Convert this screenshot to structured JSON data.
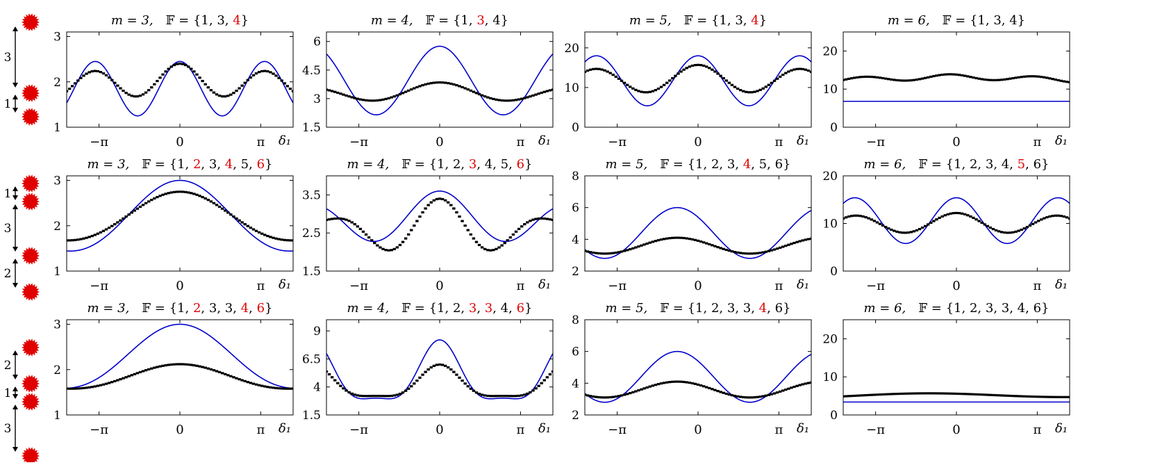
{
  "colors": {
    "theory": "#0000cc",
    "sim": "#000000",
    "star": "#e00000",
    "highlight": "#e00000",
    "frame": "#000000"
  },
  "legend_rows": [
    {
      "spacing_labels": [
        "3",
        "1"
      ]
    },
    {
      "spacing_labels": [
        "1",
        "3",
        "2"
      ]
    },
    {
      "spacing_labels": [
        "2",
        "1",
        "3"
      ]
    }
  ],
  "chart_data": [
    {
      "type": "line",
      "row": 0,
      "col": 0,
      "title": {
        "m_text": "m = 3,",
        "F_prefix": "𝔽 = {",
        "F_suffix": "}",
        "F_items": [
          {
            "v": "1",
            "hl": false
          },
          {
            "v": "3",
            "hl": false
          },
          {
            "v": "4",
            "hl": true
          }
        ]
      },
      "xlabel": "δ₁",
      "xlim": [
        -4.4,
        4.4
      ],
      "xticks": [
        {
          "v": -3.1416,
          "label": "−π"
        },
        {
          "v": 0,
          "label": "0"
        },
        {
          "v": 3.1416,
          "label": "π"
        }
      ],
      "ylim": [
        1,
        3.1
      ],
      "yticks": [
        1,
        2,
        3
      ],
      "series": [
        {
          "kind": "line",
          "mean": 1.85,
          "components": [
            {
              "a": 0.6,
              "f": 1.9099,
              "p": 0
            }
          ]
        },
        {
          "kind": "dots",
          "mean": 2.0,
          "components": [
            {
              "a": 0.32,
              "f": 1.9099,
              "p": 0
            },
            {
              "a": 0.08,
              "f": 0.9549,
              "p": 0
            }
          ]
        }
      ]
    },
    {
      "type": "line",
      "row": 0,
      "col": 1,
      "title": {
        "m_text": "m = 4,",
        "F_prefix": "𝔽 = {",
        "F_suffix": "}",
        "F_items": [
          {
            "v": "1",
            "hl": false
          },
          {
            "v": "3",
            "hl": true
          },
          {
            "v": "4",
            "hl": false
          }
        ]
      },
      "xlabel": "δ₁",
      "xlim": [
        -4.4,
        4.4
      ],
      "xticks": [
        {
          "v": -3.1416,
          "label": "−π"
        },
        {
          "v": 0,
          "label": "0"
        },
        {
          "v": 3.1416,
          "label": "π"
        }
      ],
      "ylim": [
        1.5,
        6.5
      ],
      "ytick_labels": [
        "1.5",
        "3",
        "4.5",
        "6"
      ],
      "yticks": [
        1.5,
        3,
        4.5,
        6
      ],
      "series": [
        {
          "kind": "line",
          "mean": 3.95,
          "components": [
            {
              "a": 1.8,
              "f": 1.2732,
              "p": 0
            }
          ]
        },
        {
          "kind": "dots",
          "mean": 3.3,
          "components": [
            {
              "a": 0.4,
              "f": 1.2732,
              "p": 0
            },
            {
              "a": 0.15,
              "f": 0.6366,
              "p": 0
            }
          ]
        }
      ]
    },
    {
      "type": "line",
      "row": 0,
      "col": 2,
      "title": {
        "m_text": "m = 5,",
        "F_prefix": "𝔽 = {",
        "F_suffix": "}",
        "F_items": [
          {
            "v": "1",
            "hl": false
          },
          {
            "v": "3",
            "hl": false
          },
          {
            "v": "4",
            "hl": true
          }
        ]
      },
      "xlabel": "δ₁",
      "xlim": [
        -4.4,
        4.4
      ],
      "xticks": [
        {
          "v": -3.1416,
          "label": "−π"
        },
        {
          "v": 0,
          "label": "0"
        },
        {
          "v": 3.1416,
          "label": "π"
        }
      ],
      "ylim": [
        0,
        24
      ],
      "yticks": [
        0,
        10,
        20
      ],
      "series": [
        {
          "kind": "line",
          "mean": 11.7,
          "components": [
            {
              "a": 6.3,
              "f": 1.5915,
              "p": 0
            }
          ]
        },
        {
          "kind": "dots",
          "mean": 12.0,
          "components": [
            {
              "a": 3.2,
              "f": 1.5915,
              "p": 0
            },
            {
              "a": 0.5,
              "f": 0.7958,
              "p": 0
            }
          ]
        }
      ]
    },
    {
      "type": "line",
      "row": 0,
      "col": 3,
      "title": {
        "m_text": "m = 6,",
        "F_prefix": "𝔽 = {",
        "F_suffix": "}",
        "F_items": [
          {
            "v": "1",
            "hl": false
          },
          {
            "v": "3",
            "hl": false
          },
          {
            "v": "4",
            "hl": false
          }
        ]
      },
      "xlabel": "δ₁",
      "xlim": [
        -4.4,
        4.4
      ],
      "xticks": [
        {
          "v": -3.1416,
          "label": "−π"
        },
        {
          "v": 0,
          "label": "0"
        },
        {
          "v": 3.1416,
          "label": "π"
        }
      ],
      "ylim": [
        0,
        25
      ],
      "yticks": [
        0,
        10,
        20
      ],
      "series": [
        {
          "kind": "line",
          "mean": 6.8,
          "components": []
        },
        {
          "kind": "dots",
          "mean": 12.8,
          "components": [
            {
              "a": 0.7,
              "f": 1.9099,
              "p": 0.5
            },
            {
              "a": 0.4,
              "f": 0.6366,
              "p": 0
            }
          ]
        }
      ]
    },
    {
      "type": "line",
      "row": 1,
      "col": 0,
      "title": {
        "m_text": "m = 3,",
        "F_prefix": "𝔽 = {",
        "F_suffix": "}",
        "F_items": [
          {
            "v": "1",
            "hl": false
          },
          {
            "v": "2",
            "hl": true
          },
          {
            "v": "3",
            "hl": false
          },
          {
            "v": "4",
            "hl": true
          },
          {
            "v": "5",
            "hl": false
          },
          {
            "v": "6",
            "hl": true
          }
        ]
      },
      "xlabel": "δ₁",
      "xlim": [
        -4.4,
        4.4
      ],
      "xticks": [
        {
          "v": -3.1416,
          "label": "−π"
        },
        {
          "v": 0,
          "label": "0"
        },
        {
          "v": 3.1416,
          "label": "π"
        }
      ],
      "ylim": [
        1,
        3.1
      ],
      "yticks": [
        1,
        2,
        3
      ],
      "series": [
        {
          "kind": "line",
          "mean": 1.9,
          "components": [
            {
              "a": 0.4,
              "f": 0.3183,
              "p": 0
            },
            {
              "a": 0.4,
              "f": 0.6366,
              "p": 0
            },
            {
              "a": 0.3,
              "f": 0.9549,
              "p": 0
            }
          ]
        },
        {
          "kind": "dots",
          "mean": 1.95,
          "components": [
            {
              "a": 0.35,
              "f": 0.3183,
              "p": 0
            },
            {
              "a": 0.25,
              "f": 0.6366,
              "p": 0
            },
            {
              "a": 0.2,
              "f": 0.9549,
              "p": 0
            }
          ]
        }
      ]
    },
    {
      "type": "line",
      "row": 1,
      "col": 1,
      "title": {
        "m_text": "m = 4,",
        "F_prefix": "𝔽 = {",
        "F_suffix": "}",
        "F_items": [
          {
            "v": "1",
            "hl": false
          },
          {
            "v": "2",
            "hl": false
          },
          {
            "v": "3",
            "hl": true
          },
          {
            "v": "4",
            "hl": false
          },
          {
            "v": "5",
            "hl": false
          },
          {
            "v": "6",
            "hl": true
          }
        ]
      },
      "xlabel": "δ₁",
      "xlim": [
        -4.4,
        4.4
      ],
      "xticks": [
        {
          "v": -3.1416,
          "label": "−π"
        },
        {
          "v": 0,
          "label": "0"
        },
        {
          "v": 3.1416,
          "label": "π"
        }
      ],
      "ylim": [
        1.5,
        4.0
      ],
      "ytick_labels": [
        "1.5",
        "2.5",
        "3.5"
      ],
      "yticks": [
        1.5,
        2.5,
        3.5
      ],
      "series": [
        {
          "kind": "line",
          "mean": 2.6,
          "components": [
            {
              "a": 0.6,
              "f": 1.2732,
              "p": 0
            },
            {
              "a": 0.4,
              "f": 0.3183,
              "p": 0
            }
          ]
        },
        {
          "kind": "dots",
          "mean": 2.65,
          "components": [
            {
              "a": 0.45,
              "f": 1.2732,
              "p": 0
            },
            {
              "a": 0.3,
              "f": 1.9099,
              "p": 0
            }
          ]
        }
      ]
    },
    {
      "type": "line",
      "row": 1,
      "col": 2,
      "title": {
        "m_text": "m = 5,",
        "F_prefix": "𝔽 = {",
        "F_suffix": "}",
        "F_items": [
          {
            "v": "1",
            "hl": false
          },
          {
            "v": "2",
            "hl": false
          },
          {
            "v": "3",
            "hl": false
          },
          {
            "v": "4",
            "hl": true
          },
          {
            "v": "5",
            "hl": false
          },
          {
            "v": "6",
            "hl": false
          }
        ]
      },
      "xlabel": "δ₁",
      "xlim": [
        -4.4,
        4.4
      ],
      "xticks": [
        {
          "v": -3.1416,
          "label": "−π"
        },
        {
          "v": 0,
          "label": "0"
        },
        {
          "v": 3.1416,
          "label": "π"
        }
      ],
      "ylim": [
        2,
        8
      ],
      "yticks": [
        2,
        4,
        6,
        8
      ],
      "series": [
        {
          "kind": "line",
          "mean": 4.4,
          "components": [
            {
              "a": 1.6,
              "f": 1.1141,
              "p": 0.9
            }
          ]
        },
        {
          "kind": "dots",
          "mean": 3.6,
          "components": [
            {
              "a": 0.5,
              "f": 1.1141,
              "p": 0.9
            }
          ]
        }
      ]
    },
    {
      "type": "line",
      "row": 1,
      "col": 3,
      "title": {
        "m_text": "m = 6,",
        "F_prefix": "𝔽 = {",
        "F_suffix": "}",
        "F_items": [
          {
            "v": "1",
            "hl": false
          },
          {
            "v": "2",
            "hl": false
          },
          {
            "v": "3",
            "hl": false
          },
          {
            "v": "4",
            "hl": false
          },
          {
            "v": "5",
            "hl": true
          },
          {
            "v": "6",
            "hl": false
          }
        ]
      },
      "xlabel": "δ₁",
      "xlim": [
        -4.4,
        4.4
      ],
      "xticks": [
        {
          "v": -3.1416,
          "label": "−π"
        },
        {
          "v": 0,
          "label": "0"
        },
        {
          "v": 3.1416,
          "label": "π"
        }
      ],
      "ylim": [
        0,
        20
      ],
      "yticks": [
        0,
        10,
        20
      ],
      "series": [
        {
          "kind": "line",
          "mean": 10.6,
          "components": [
            {
              "a": 4.8,
              "f": 1.5915,
              "p": 0
            }
          ]
        },
        {
          "kind": "dots",
          "mean": 9.4,
          "components": [
            {
              "a": 2.0,
              "f": 1.5915,
              "p": 0
            },
            {
              "a": 0.8,
              "f": 0.3183,
              "p": 0
            }
          ]
        }
      ]
    },
    {
      "type": "line",
      "row": 2,
      "col": 0,
      "title": {
        "m_text": "m = 3,",
        "F_prefix": "𝔽 = {",
        "F_suffix": "}",
        "F_items": [
          {
            "v": "1",
            "hl": false
          },
          {
            "v": "2",
            "hl": true
          },
          {
            "v": "3",
            "hl": false
          },
          {
            "v": "3",
            "hl": false
          },
          {
            "v": "4",
            "hl": true
          },
          {
            "v": "6",
            "hl": true
          }
        ]
      },
      "xlabel": "δ₁",
      "xlim": [
        -4.4,
        4.4
      ],
      "xticks": [
        {
          "v": -3.1416,
          "label": "−π"
        },
        {
          "v": 0,
          "label": "0"
        },
        {
          "v": 3.1416,
          "label": "π"
        }
      ],
      "ylim": [
        1,
        3.1
      ],
      "yticks": [
        1,
        2,
        3
      ],
      "series": [
        {
          "kind": "line",
          "mean": 1.9,
          "components": [
            {
              "a": 0.55,
              "f": 0.3183,
              "p": 0
            },
            {
              "a": 0.3,
              "f": 0.6366,
              "p": 0
            },
            {
              "a": 0.25,
              "f": 0.9549,
              "p": 0
            }
          ]
        },
        {
          "kind": "dots",
          "mean": 1.7,
          "components": [
            {
              "a": 0.2,
              "f": 0.3183,
              "p": 0
            },
            {
              "a": 0.1,
              "f": 0.6366,
              "p": 0
            },
            {
              "a": 0.12,
              "f": 0.9549,
              "p": 0
            }
          ]
        }
      ]
    },
    {
      "type": "line",
      "row": 2,
      "col": 1,
      "title": {
        "m_text": "m = 4,",
        "F_prefix": "𝔽 = {",
        "F_suffix": "}",
        "F_items": [
          {
            "v": "1",
            "hl": false
          },
          {
            "v": "2",
            "hl": false
          },
          {
            "v": "3",
            "hl": true
          },
          {
            "v": "3",
            "hl": true
          },
          {
            "v": "4",
            "hl": false
          },
          {
            "v": "6",
            "hl": true
          }
        ]
      },
      "xlabel": "δ₁",
      "xlim": [
        -4.4,
        4.4
      ],
      "xticks": [
        {
          "v": -3.1416,
          "label": "−π"
        },
        {
          "v": 0,
          "label": "0"
        },
        {
          "v": 3.1416,
          "label": "π"
        }
      ],
      "ylim": [
        1.5,
        10
      ],
      "ytick_labels": [
        "1.5",
        "4",
        "6.5",
        "9"
      ],
      "yticks": [
        1.5,
        4,
        6.5,
        9
      ],
      "series": [
        {
          "kind": "line",
          "mean": 4.8,
          "components": [
            {
              "a": 2.6,
              "f": 1.2732,
              "p": 0
            },
            {
              "a": 0.8,
              "f": 2.5465,
              "p": 0
            }
          ]
        },
        {
          "kind": "dots",
          "mean": 4.2,
          "components": [
            {
              "a": 1.4,
              "f": 1.2732,
              "p": 0
            },
            {
              "a": 0.4,
              "f": 2.5465,
              "p": 0
            }
          ]
        }
      ]
    },
    {
      "type": "line",
      "row": 2,
      "col": 2,
      "title": {
        "m_text": "m = 5,",
        "F_prefix": "𝔽 = {",
        "F_suffix": "}",
        "F_items": [
          {
            "v": "1",
            "hl": false
          },
          {
            "v": "2",
            "hl": false
          },
          {
            "v": "3",
            "hl": false
          },
          {
            "v": "3",
            "hl": false
          },
          {
            "v": "4",
            "hl": true
          },
          {
            "v": "6",
            "hl": false
          }
        ]
      },
      "xlabel": "δ₁",
      "xlim": [
        -4.4,
        4.4
      ],
      "xticks": [
        {
          "v": -3.1416,
          "label": "−π"
        },
        {
          "v": 0,
          "label": "0"
        },
        {
          "v": 3.1416,
          "label": "π"
        }
      ],
      "ylim": [
        2,
        8
      ],
      "yticks": [
        2,
        4,
        6,
        8
      ],
      "series": [
        {
          "kind": "line",
          "mean": 4.4,
          "components": [
            {
              "a": 1.6,
              "f": 1.1141,
              "p": 0.9
            }
          ]
        },
        {
          "kind": "dots",
          "mean": 3.6,
          "components": [
            {
              "a": 0.5,
              "f": 1.1141,
              "p": 0.9
            }
          ]
        }
      ]
    },
    {
      "type": "line",
      "row": 2,
      "col": 3,
      "title": {
        "m_text": "m = 6,",
        "F_prefix": "𝔽 = {",
        "F_suffix": "}",
        "F_items": [
          {
            "v": "1",
            "hl": false
          },
          {
            "v": "2",
            "hl": false
          },
          {
            "v": "3",
            "hl": false
          },
          {
            "v": "3",
            "hl": false
          },
          {
            "v": "4",
            "hl": false
          },
          {
            "v": "6",
            "hl": false
          }
        ]
      },
      "xlabel": "δ₁",
      "xlim": [
        -4.4,
        4.4
      ],
      "xticks": [
        {
          "v": -3.1416,
          "label": "−π"
        },
        {
          "v": 0,
          "label": "0"
        },
        {
          "v": 3.1416,
          "label": "π"
        }
      ],
      "ylim": [
        0,
        25
      ],
      "yticks": [
        0,
        10,
        20
      ],
      "series": [
        {
          "kind": "line",
          "mean": 3.4,
          "components": []
        },
        {
          "kind": "dots",
          "mean": 5.0,
          "components": [
            {
              "a": 0.4,
              "f": 0.6366,
              "p": 0.8
            },
            {
              "a": 0.3,
              "f": 0.3183,
              "p": 0
            }
          ]
        }
      ]
    }
  ]
}
